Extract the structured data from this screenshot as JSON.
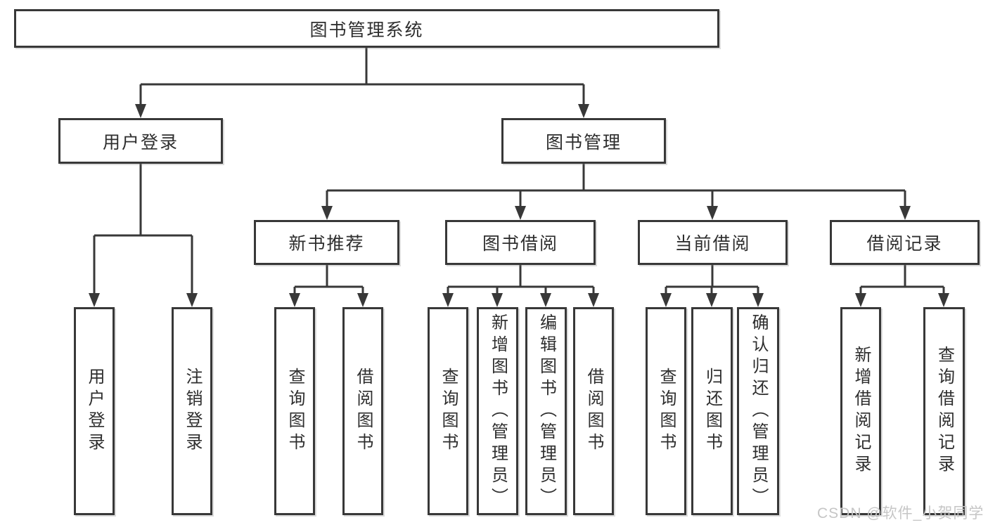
{
  "tree": {
    "root": "图书管理系统",
    "branches": [
      {
        "label": "用户登录",
        "children": [
          "用户登录",
          "注销登录"
        ]
      },
      {
        "label": "图书管理",
        "groups": [
          {
            "label": "新书推荐",
            "children": [
              "查询图书",
              "借阅图书"
            ]
          },
          {
            "label": "图书借阅",
            "children": [
              "查询图书",
              "新增图书（管理员）",
              "编辑图书（管理员）",
              "借阅图书"
            ]
          },
          {
            "label": "当前借阅",
            "children": [
              "查询图书",
              "归还图书",
              "确认归还（管理员）"
            ]
          },
          {
            "label": "借阅记录",
            "children": [
              "新增借阅记录",
              "查询借阅记录"
            ]
          }
        ]
      }
    ]
  },
  "watermark": "CSDN @软件_小贺同学",
  "colors": {
    "line": "#383838",
    "text": "#2e2e2e",
    "watermark": "#c6c6c6"
  }
}
